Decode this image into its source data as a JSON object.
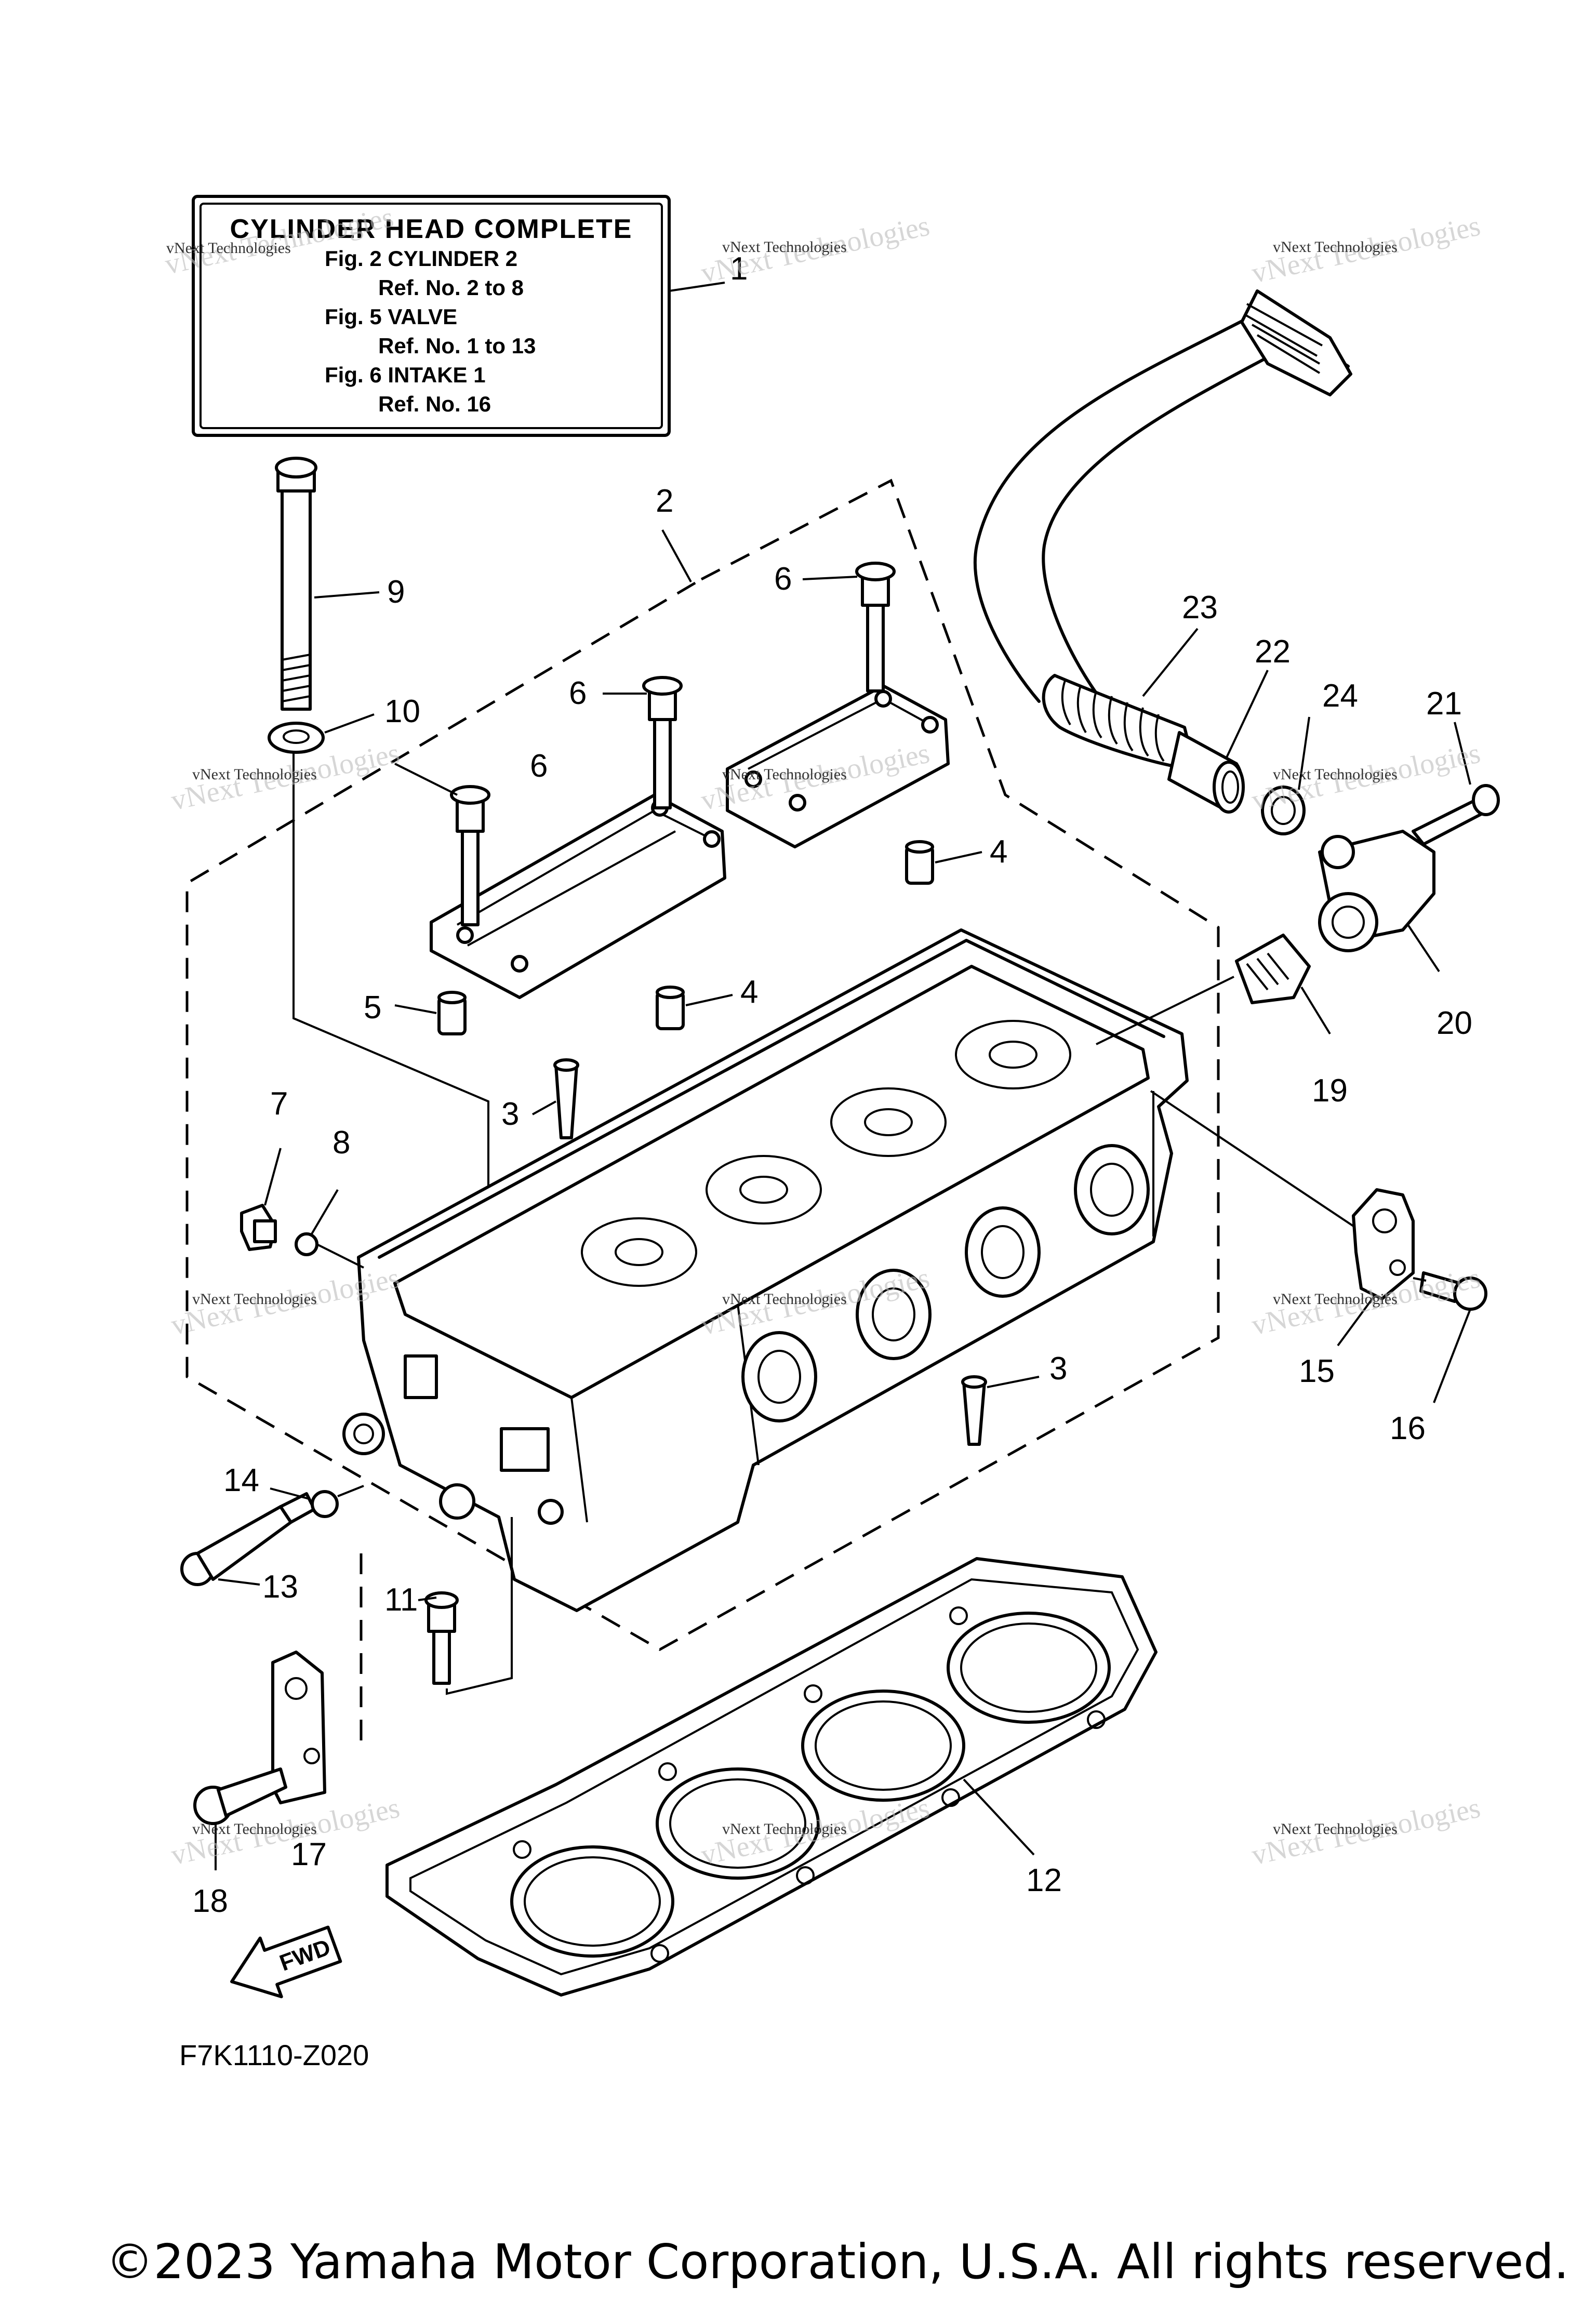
{
  "info_box": {
    "title": "CYLINDER HEAD COMPLETE",
    "lines": [
      "Fig.  2  CYLINDER 2",
      "Ref. No. 2 to 8",
      "Fig.  5  VALVE",
      "Ref. No. 1 to 13",
      "Fig.  6  INTAKE 1",
      "Ref. No. 16"
    ]
  },
  "callouts": [
    "1",
    "2",
    "3",
    "3",
    "4",
    "4",
    "5",
    "6",
    "6",
    "6",
    "7",
    "8",
    "9",
    "10",
    "11",
    "12",
    "13",
    "14",
    "15",
    "16",
    "17",
    "18",
    "19",
    "20",
    "21",
    "22",
    "23",
    "24"
  ],
  "watermark": {
    "line1": "vNext Technologies",
    "line2": "vNext Technologies"
  },
  "fwd_label": "FWD",
  "diagram_code": "F7K1110-Z020",
  "copyright": "©2023 Yamaha Motor Corporation, U.S.A. All rights reserved."
}
